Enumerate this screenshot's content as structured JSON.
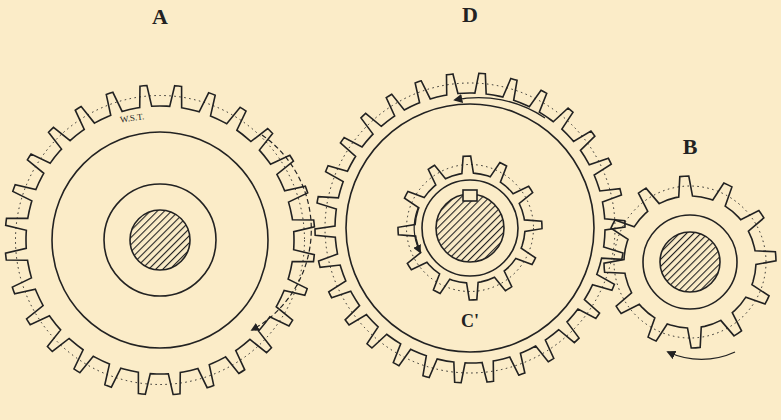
{
  "diagram": {
    "labels": [
      "A",
      "D",
      "B",
      "C'",
      "W.S.T."
    ]
  }
}
